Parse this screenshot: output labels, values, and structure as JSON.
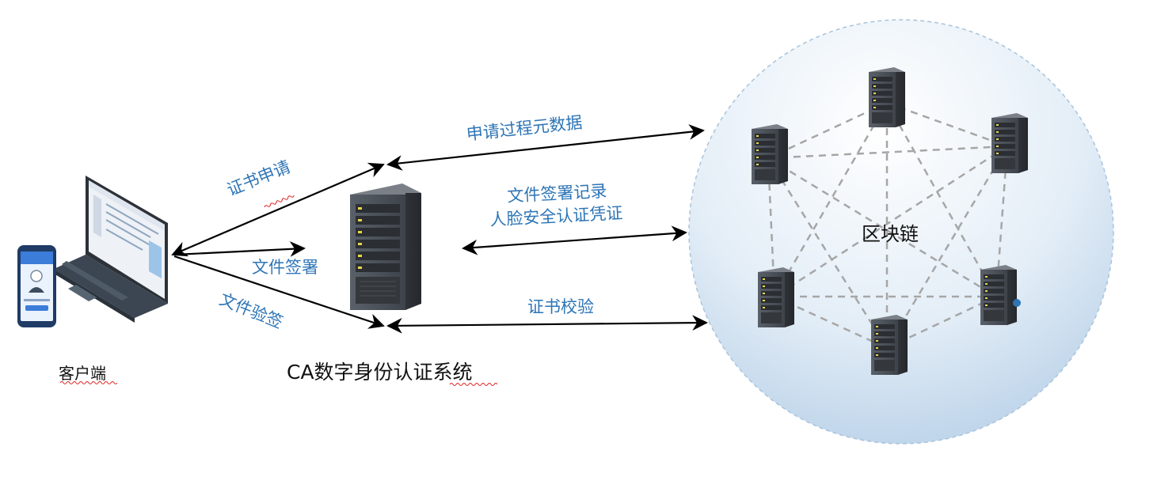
{
  "client": {
    "label": "客户端"
  },
  "ca_system": {
    "label": "CA数字身份认证系统"
  },
  "blockchain": {
    "label": "区块链"
  },
  "edges": {
    "cert_apply": "证书申请",
    "file_sign": "文件签署",
    "file_verify": "文件验签",
    "apply_metadata": "申请过程元数据",
    "sign_record_line1": "文件签署记录",
    "sign_record_line2": "人脸安全认证凭证",
    "cert_check": "证书校验"
  },
  "colors": {
    "label_blue": "#2e75b6",
    "arrow": "#000000",
    "circle_top": "#ffffff",
    "circle_bottom": "#b9d3ea",
    "mesh": "#a6a6a6",
    "server_body": "#4a4f57"
  },
  "icons": {
    "client_laptop": "laptop-icon",
    "client_phone": "smartphone-icon",
    "ca_server": "server-rack-icon",
    "chain_nodes": "server-rack-icon"
  }
}
